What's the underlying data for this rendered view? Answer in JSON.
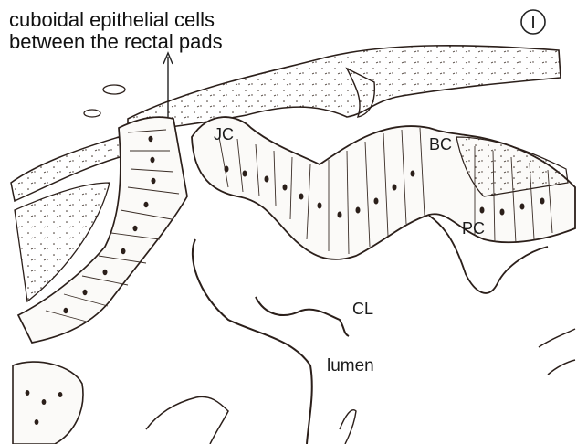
{
  "caption": {
    "line1": "cuboidal epithelial cells",
    "line2": "between the rectal pads"
  },
  "panel_label": "I",
  "labels": {
    "jc": "JC",
    "bc": "BC",
    "pc": "PC",
    "cl": "CL",
    "lumen": "lumen"
  },
  "colors": {
    "ink": "#2b1f1a",
    "background": "#ffffff"
  }
}
